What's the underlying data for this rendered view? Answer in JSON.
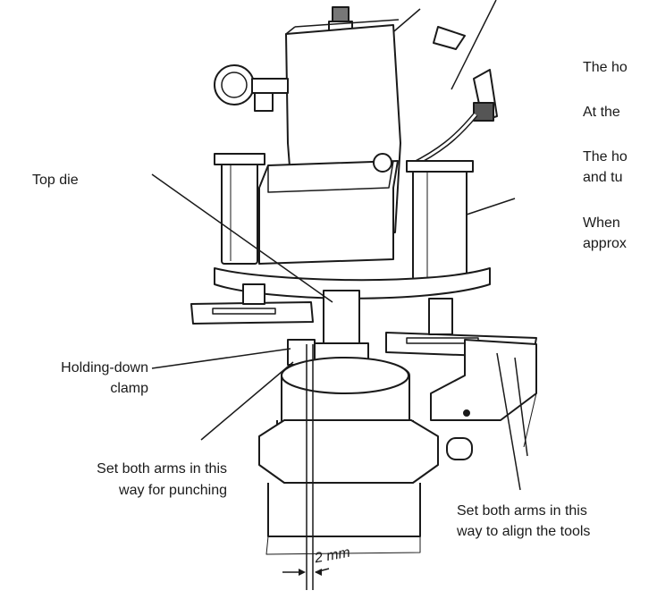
{
  "callouts": {
    "top_die": "Top die",
    "holding_clamp_line1": "Holding-down",
    "holding_clamp_line2": "clamp",
    "punching_line1": "Set both arms in this",
    "punching_line2": "way for punching",
    "align_line1": "Set both arms in this",
    "align_line2": "way to align the tools",
    "dimension": "2 mm"
  },
  "right_text": {
    "line1": "The ho",
    "line2": "At the",
    "line3": "The ho",
    "line4": "and tu",
    "line5": "When",
    "line6": "approx"
  },
  "colors": {
    "ink": "#1a1a1a",
    "background": "#ffffff"
  }
}
